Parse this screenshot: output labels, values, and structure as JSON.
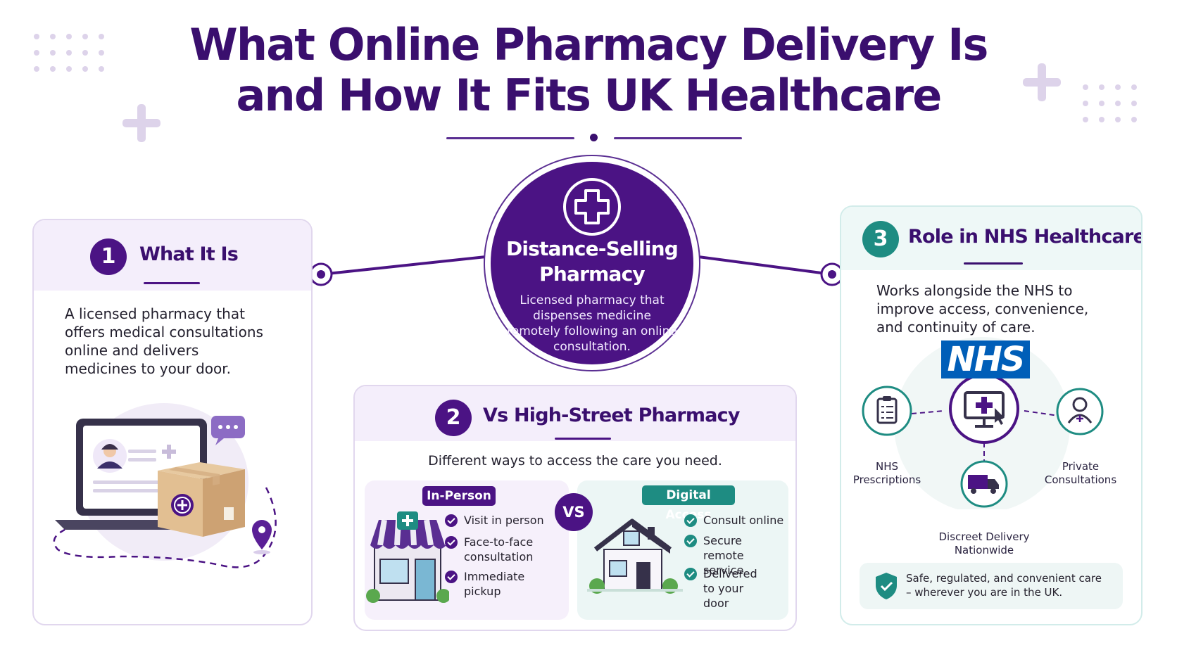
{
  "title": {
    "line1": "What Online Pharmacy Delivery Is",
    "line2": "and How It Fits UK Healthcare"
  },
  "center": {
    "title_line1": "Distance-Selling",
    "title_line2": "Pharmacy",
    "description": "Licensed pharmacy that dispenses medicine remotely following an online consultation."
  },
  "section1": {
    "number": "1",
    "title": "What It Is",
    "body": "A licensed pharmacy that offers medical consultations online and delivers medicines to your door."
  },
  "section2": {
    "number": "2",
    "title": "Vs High-Street Pharmacy",
    "subtitle": "Different ways to access the care you need.",
    "vs_label": "VS",
    "in_person": {
      "label": "In-Person",
      "items": [
        "Visit in person",
        "Face-to-face consultation",
        "Immediate pickup"
      ]
    },
    "digital": {
      "label": "Digital Access",
      "items": [
        "Consult online",
        "Secure remote service",
        "Delivered to your door"
      ]
    }
  },
  "section3": {
    "number": "3",
    "title": "Role in NHS Healthcare",
    "body": "Works alongside the NHS to improve access, convenience, and continuity of care.",
    "nhs_logo": "NHS",
    "nodes": {
      "prescriptions": "NHS Prescriptions",
      "private": "Private Consultations",
      "delivery": "Discreet Delivery Nationwide"
    },
    "footer": "Safe, regulated, and convenient care – wherever you are in the UK."
  },
  "colors": {
    "primary_purple": "#4b1384",
    "title_purple": "#3a0f6e",
    "teal": "#1e8c82",
    "light_purple": "#f4eefb",
    "light_teal": "#eef8f7",
    "nhs_blue": "#005eb8"
  }
}
